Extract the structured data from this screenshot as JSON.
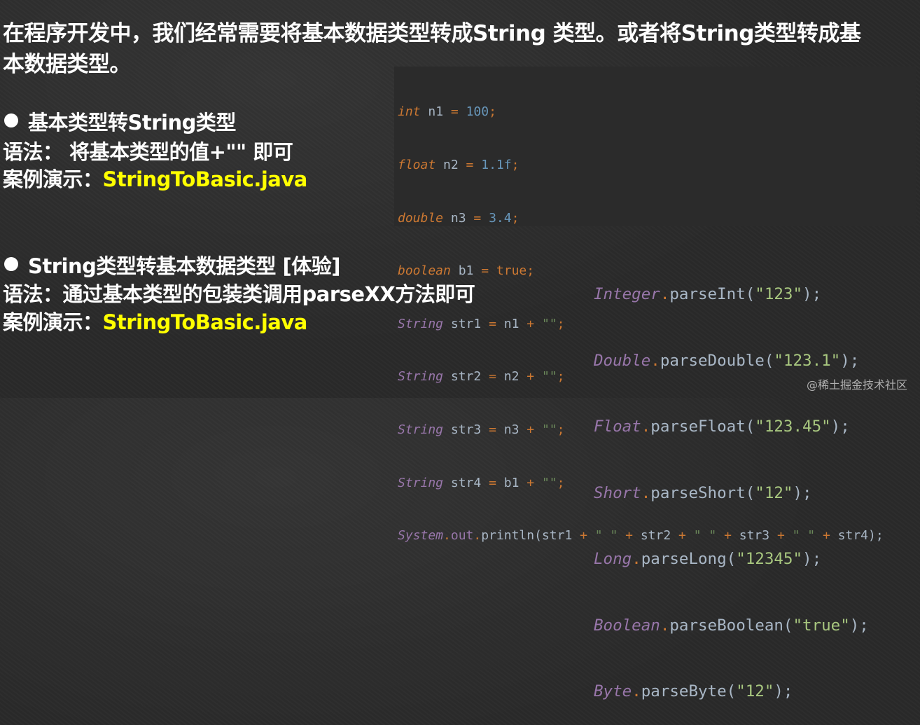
{
  "slide": {
    "headline": "在程序开发中，我们经常需要将基本数据类型转成String 类型。或者将String类型转成基本数据类型。",
    "section1": {
      "bullet": "基本类型转String类型",
      "syntax": "语法： 将基本类型的值+\"\" 即可",
      "demo_label": "案例演示：",
      "demo_file": "StringToBasic.java"
    },
    "section2": {
      "bullet": "String类型转基本数据类型 [体验]",
      "syntax": "语法：通过基本类型的包装类调用parseXX方法即可",
      "demo_label": "案例演示：",
      "demo_file": "StringToBasic.java"
    }
  },
  "code_block_1": {
    "lines": [
      {
        "type": "int",
        "name": " n1 ",
        "eq": "=",
        "rest": " ",
        "value": "100",
        "end": ";"
      },
      {
        "type": "float",
        "name": " n2 ",
        "eq": "=",
        "rest": " ",
        "value": "1.1f",
        "end": ";"
      },
      {
        "type": "double",
        "name": " n3 ",
        "eq": "=",
        "rest": " ",
        "value": "3.4",
        "end": ";"
      },
      {
        "type": "boolean",
        "name": " b1 ",
        "eq": "=",
        "rest": " ",
        "value": "true",
        "end": ";"
      },
      {
        "type": "String",
        "name": " str1 ",
        "eq": "=",
        "rest": " n1 ",
        "plus": "+",
        "value": " \"\"",
        "end": ";"
      },
      {
        "type": "String",
        "name": " str2 ",
        "eq": "=",
        "rest": " n2 ",
        "plus": "+",
        "value": " \"\"",
        "end": ";"
      },
      {
        "type": "String",
        "name": " str3 ",
        "eq": "=",
        "rest": " n3 ",
        "plus": "+",
        "value": " \"\"",
        "end": ";"
      },
      {
        "type": "String",
        "name": " str4 ",
        "eq": "=",
        "rest": " b1 ",
        "plus": "+",
        "value": " \"\"",
        "end": ";"
      }
    ],
    "println": {
      "cls": "System",
      "dot1": ".",
      "out": "out",
      "dot2": ".",
      "call": "println(str1 ",
      "p1": "+",
      "s1": " \" \" ",
      "p2": "+",
      "a2": " str2 ",
      "p3": "+",
      "s2": " \" \" ",
      "p4": "+",
      "a3": " str3 ",
      "p5": "+",
      "s3": " \" \" ",
      "p6": "+",
      "a4": " str4);"
    }
  },
  "code_block_2": {
    "lines": [
      {
        "cls": "Integer",
        "method": "parseInt(",
        "arg": "\"123\"",
        "end": ");"
      },
      {
        "cls": "Double",
        "method": "parseDouble(",
        "arg": "\"123.1\"",
        "end": ");"
      },
      {
        "cls": "Float",
        "method": "parseFloat(",
        "arg": "\"123.45\"",
        "end": ");"
      },
      {
        "cls": "Short",
        "method": "parseShort(",
        "arg": "\"12\"",
        "end": ");"
      },
      {
        "cls": "Long",
        "method": "parseLong(",
        "arg": "\"12345\"",
        "end": ");"
      },
      {
        "cls": "Boolean",
        "method": "parseBoolean(",
        "arg": "\"true\"",
        "end": ");"
      },
      {
        "cls": "Byte",
        "method": "parseByte(",
        "arg": "\"12\"",
        "end": ");"
      }
    ]
  },
  "watermark": "@稀土掘金技术社区",
  "colors": {
    "background": "#2a2a2a",
    "highlight_yellow": "#ffff00",
    "keyword_orange": "#cc7832",
    "class_purple": "#9876aa",
    "number_blue": "#6897bb",
    "string_green": "#6a8759"
  }
}
